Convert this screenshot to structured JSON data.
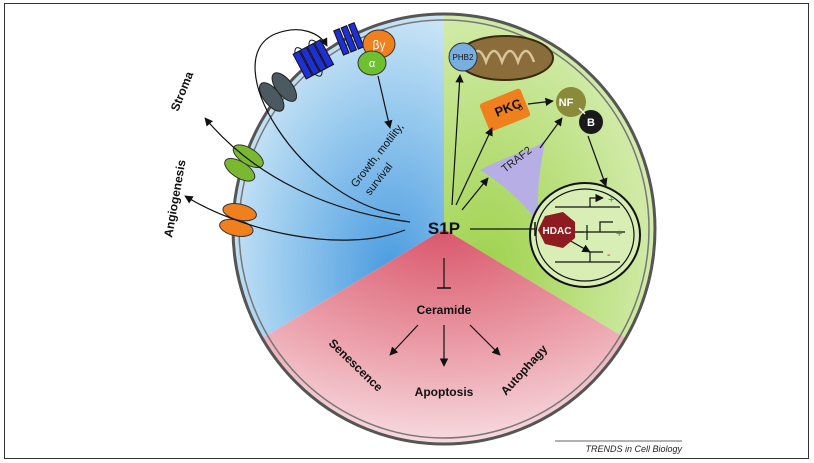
{
  "center_label": "S1P",
  "stroma_label": "Stroma",
  "angiogenesis_label": "Angiogenesis",
  "growth_text": "Growth, motility, survival",
  "growth_line1": "Growth, motility,",
  "growth_line2": "survival",
  "gprotein_beta_gamma": "βγ",
  "gprotein_alpha": "α",
  "phb2": "PHB2",
  "pkc": "PKCδ",
  "pkc_main": "PKC",
  "pkc_sub": "δ",
  "nfkb": "NF-κB",
  "nf": "NF",
  "b": "B",
  "traf2": "TRAF2",
  "hdac": "HDAC",
  "ceramide": "Ceramide",
  "senescence": "Senescence",
  "apoptosis": "Apoptosis",
  "autophagy": "Autophagy",
  "footer": "TRENDS in Cell Biology",
  "colors": {
    "blue_sector": "#9fd0ee",
    "green_sector": "#bde08a",
    "pink_sector": "#e89aa6",
    "pkc": "#f07f1e",
    "traf2": "#b7aee6",
    "hdac": "#8e1b1f",
    "receptor_blue": "#1f2fd6",
    "g_beta_gamma": "#f07f1e",
    "g_alpha": "#6ec030",
    "phb2": "#79aee0",
    "mito": "#8a6d3b",
    "nf": "#8a8a3a",
    "b_dark": "#1a1a1a"
  }
}
